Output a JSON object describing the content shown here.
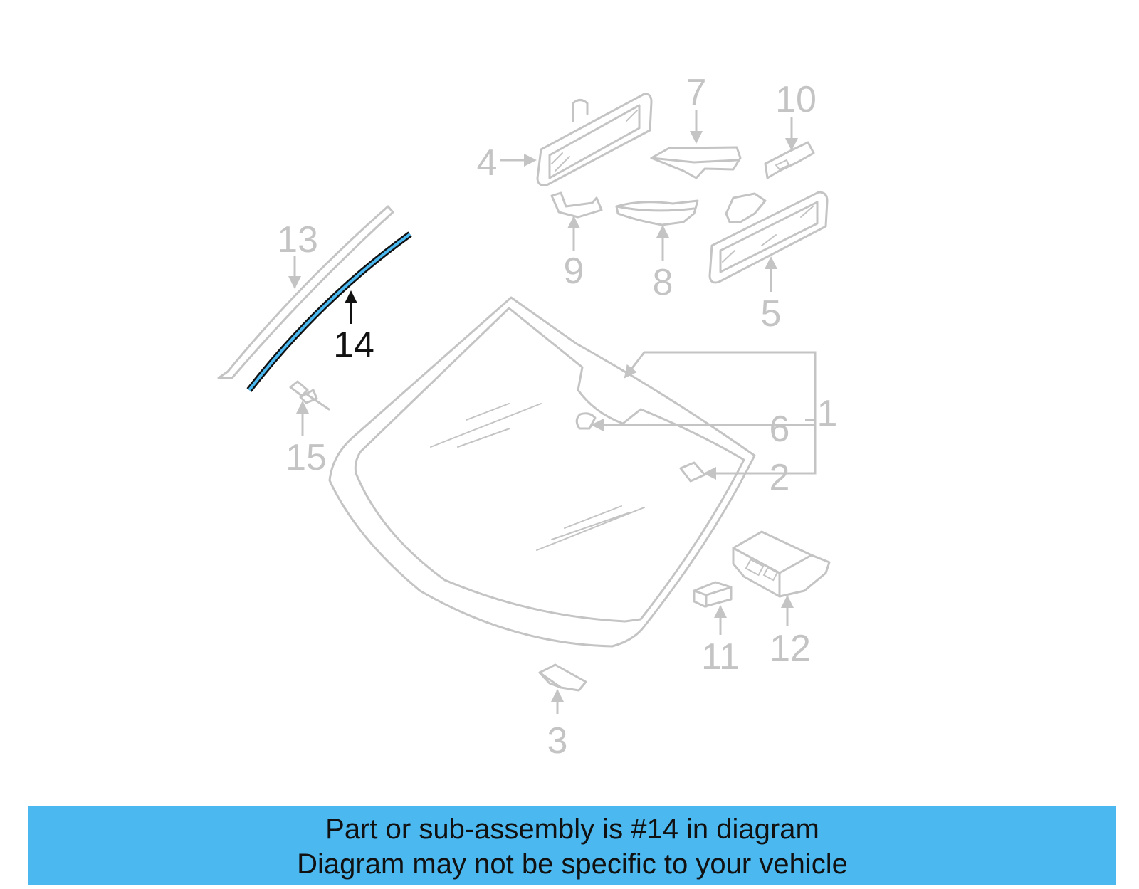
{
  "diagram": {
    "callouts": {
      "c1": "1",
      "c2": "2",
      "c3": "3",
      "c4": "4",
      "c5": "5",
      "c6": "6",
      "c7": "7",
      "c8": "8",
      "c9": "9",
      "c10": "10",
      "c11": "11",
      "c12": "12",
      "c13": "13",
      "c14": "14",
      "c15": "15"
    },
    "highlighted_part": "14"
  },
  "banner": {
    "line1": "Part or sub-assembly is #14 in diagram",
    "line2": "Diagram may not be specific to your vehicle"
  },
  "colors": {
    "banner": "#4bb8f0",
    "part_lines": "#c4c4c4",
    "highlight_stroke": "#111111",
    "highlight_fill": "#4bb8f0",
    "text": "#111111"
  }
}
